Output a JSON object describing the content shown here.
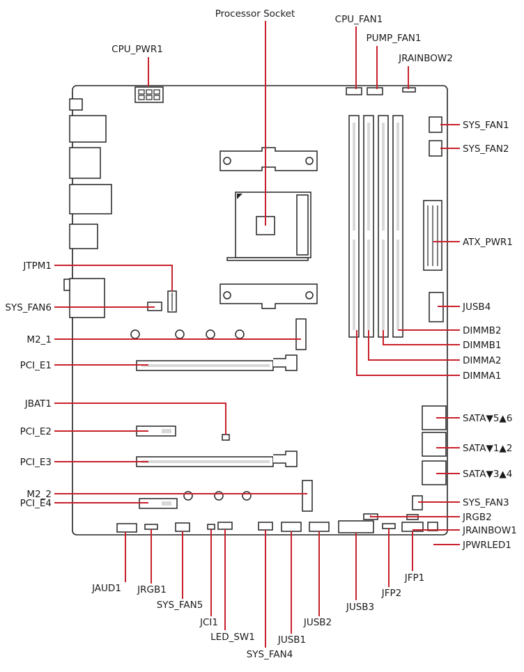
{
  "labels": {
    "processor_socket": "Processor Socket",
    "cpu_fan1": "CPU_FAN1",
    "pump_fan1": "PUMP_FAN1",
    "jrainbow2": "JRAINBOW2",
    "cpu_pwr1": "CPU_PWR1",
    "sys_fan1": "SYS_FAN1",
    "sys_fan2": "SYS_FAN2",
    "atx_pwr1": "ATX_PWR1",
    "jusb4": "JUSB4",
    "dimmb2": "DIMMB2",
    "dimmb1": "DIMMB1",
    "dimma2": "DIMMA2",
    "dimma1": "DIMMA1",
    "sata56": "SATA▼5▲6",
    "sata12": "SATA▼1▲2",
    "sata34": "SATA▼3▲4",
    "sys_fan3": "SYS_FAN3",
    "jrgb2": "JRGB2",
    "jrainbow1": "JRAINBOW1",
    "jpwrled1": "JPWRLED1",
    "jtpm1": "JTPM1",
    "sys_fan6": "SYS_FAN6",
    "m2_1": "M2_1",
    "pci_e1": "PCI_E1",
    "jbat1": "JBAT1",
    "pci_e2": "PCI_E2",
    "pci_e3": "PCI_E3",
    "m2_2": "M2_2",
    "pci_e4": "PCI_E4",
    "jaud1": "JAUD1",
    "jrgb1": "JRGB1",
    "sys_fan5": "SYS_FAN5",
    "jci1": "JCI1",
    "led_sw1": "LED_SW1",
    "sys_fan4": "SYS_FAN4",
    "jusb1": "JUSB1",
    "jusb2": "JUSB2",
    "jusb3": "JUSB3",
    "jfp2": "JFP2",
    "jfp1": "JFP1"
  },
  "colors": {
    "leader_line": "#c8202a",
    "outline": "#222222",
    "background": "#ffffff"
  }
}
